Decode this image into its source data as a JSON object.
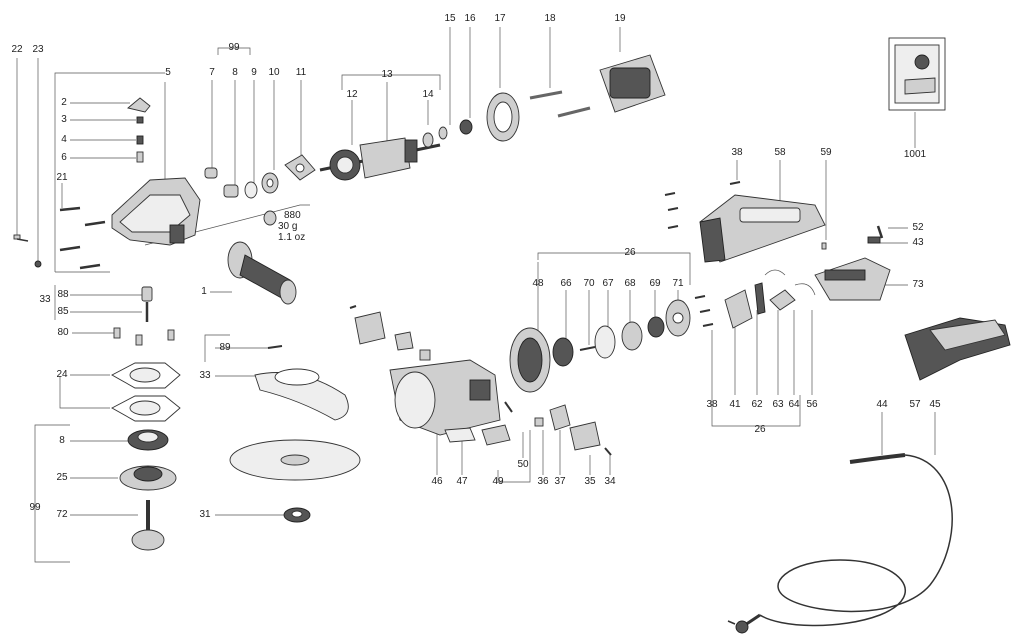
{
  "callouts": {
    "c22": "22",
    "c23": "23",
    "c5": "5",
    "c2": "2",
    "c3": "3",
    "c4": "4",
    "c6": "6",
    "c21": "21",
    "c33a": "33",
    "c88": "88",
    "c85": "85",
    "c80": "80",
    "c24": "24",
    "c8a": "8",
    "c25": "25",
    "c72": "72",
    "c99a": "99",
    "c99b": "99",
    "c7": "7",
    "c8b": "8",
    "c9": "9",
    "c10": "10",
    "c11": "11",
    "c1": "1",
    "c89": "89",
    "c33b": "33",
    "c31": "31",
    "c13": "13",
    "c12": "12",
    "c14": "14",
    "c15": "15",
    "c16": "16",
    "c17": "17",
    "c18": "18",
    "c19": "19",
    "c1001": "1001",
    "c38a": "38",
    "c58": "58",
    "c59": "59",
    "c52": "52",
    "c43": "43",
    "c73": "73",
    "c26a": "26",
    "c48": "48",
    "c66": "66",
    "c70": "70",
    "c67": "67",
    "c68": "68",
    "c69": "69",
    "c71": "71",
    "c46": "46",
    "c47": "47",
    "c49": "49",
    "c50": "50",
    "c36": "36",
    "c37": "37",
    "c35": "35",
    "c34": "34",
    "c38b": "38",
    "c41": "41",
    "c62": "62",
    "c63": "63",
    "c64": "64",
    "c56": "56",
    "c26b": "26",
    "c44": "44",
    "c57": "57",
    "c45": "45"
  },
  "weight_note": {
    "part": "880",
    "grams": "30 g",
    "ounces": "1.1 oz"
  },
  "colors": {
    "line": "#555555",
    "part_fill": "#cfcfcf",
    "part_dark": "#555555"
  },
  "icons": [
    "screw",
    "washer",
    "gear",
    "armature",
    "stator",
    "brush",
    "disc",
    "cord",
    "plug",
    "handle",
    "guard",
    "housing"
  ]
}
